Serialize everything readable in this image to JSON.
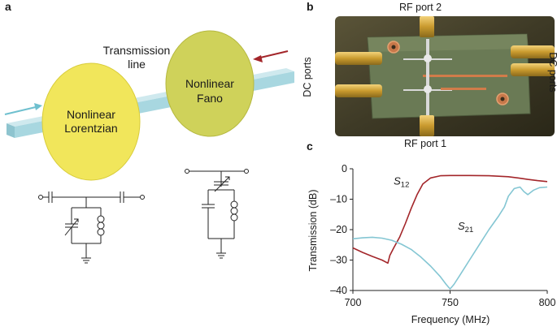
{
  "panels": {
    "a": "a",
    "b": "b",
    "c": "c"
  },
  "panel_a": {
    "transmission_line_label": [
      "Transmission",
      "line"
    ],
    "resonator_left": [
      "Nonlinear",
      "Lorentzian"
    ],
    "resonator_right": [
      "Nonlinear",
      "Fano"
    ],
    "colors": {
      "line": "#a8d7e0",
      "disk": "#f1e65b",
      "disk_right": "#cfd25a",
      "arrow_left": "#6fc0cf",
      "arrow_right": "#a3262a"
    }
  },
  "panel_b": {
    "labels": {
      "rf_port_2": "RF port 2",
      "rf_port_1": "RF port 1",
      "dc_ports_left": "DC ports",
      "dc_ports_right": "DC ports"
    }
  },
  "chart_data": {
    "type": "line",
    "xlabel": "Frequency (MHz)",
    "ylabel": "Transmission (dB)",
    "xlim": [
      700,
      800
    ],
    "ylim": [
      -40,
      0
    ],
    "xticks": [
      700,
      750,
      800
    ],
    "yticks": [
      0,
      -10,
      -20,
      -30,
      -40
    ],
    "series": [
      {
        "name": "S12",
        "label_main": "S",
        "label_sub": "12",
        "color": "#a3262a",
        "x": [
          700,
          705,
          710,
          715,
          718,
          719,
          721,
          724,
          727,
          730,
          733,
          736,
          740,
          745,
          750,
          760,
          770,
          780,
          785,
          790,
          795,
          800
        ],
        "y": [
          -26,
          -27.5,
          -28.8,
          -30,
          -31,
          -28.5,
          -26,
          -22.5,
          -18,
          -13,
          -8.5,
          -5,
          -3,
          -2.3,
          -2.2,
          -2.2,
          -2.3,
          -2.6,
          -3,
          -3.5,
          -3.9,
          -4.2
        ]
      },
      {
        "name": "S21",
        "label_main": "S",
        "label_sub": "21",
        "color": "#84c6d3",
        "x": [
          700,
          705,
          710,
          715,
          720,
          725,
          730,
          735,
          740,
          745,
          748,
          750,
          752,
          755,
          760,
          765,
          770,
          775,
          778,
          780,
          783,
          786,
          788,
          790,
          793,
          796,
          800
        ],
        "y": [
          -23,
          -22.7,
          -22.5,
          -22.8,
          -23.5,
          -24.8,
          -26.5,
          -29,
          -32,
          -35.5,
          -38,
          -39.5,
          -38,
          -35,
          -30,
          -25,
          -20,
          -15.5,
          -12.5,
          -9,
          -6.5,
          -6,
          -7.5,
          -8.5,
          -7,
          -6.2,
          -6
        ]
      }
    ]
  }
}
